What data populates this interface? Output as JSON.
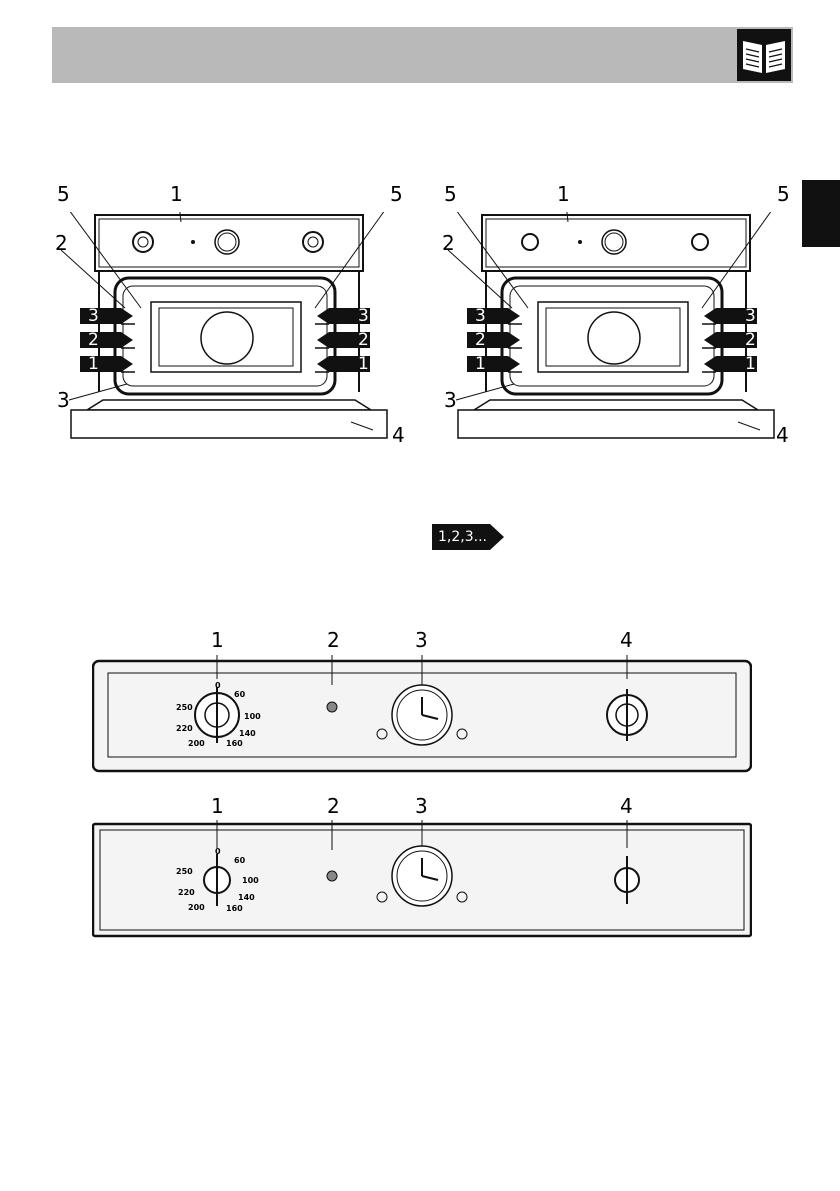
{
  "header": {
    "icon": "book-icon"
  },
  "figure_top": {
    "left_oven": {
      "callouts": [
        "1",
        "2",
        "3",
        "4",
        "5",
        "5"
      ],
      "shelves": [
        "3",
        "2",
        "1"
      ]
    },
    "right_oven": {
      "callouts": [
        "1",
        "2",
        "3",
        "4",
        "5",
        "5"
      ],
      "shelves": [
        "3",
        "2",
        "1"
      ]
    }
  },
  "marker": {
    "label": "1,2,3..."
  },
  "figure_bottom": {
    "panel_a_callouts": [
      "1",
      "2",
      "3",
      "4"
    ],
    "panel_b_callouts": [
      "1",
      "2",
      "3",
      "4"
    ],
    "dial_temps": [
      "0",
      "60",
      "100",
      "140",
      "160",
      "200",
      "220",
      "250"
    ]
  },
  "colors": {
    "header": "#b9b9b9",
    "ink": "#111111",
    "panel_fill": "#f4f4f4"
  }
}
